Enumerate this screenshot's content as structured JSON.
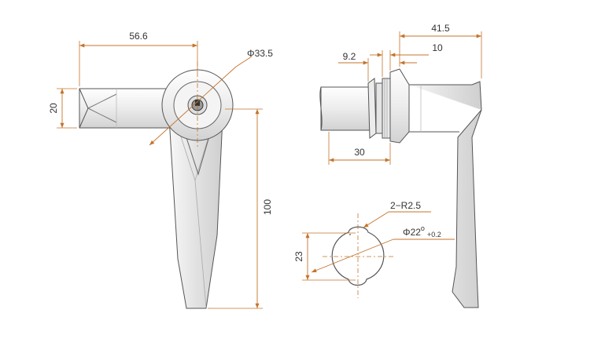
{
  "dimensions": {
    "width_56_6": "56.6",
    "diameter_33_5": "Φ33.5",
    "height_20": "20",
    "length_100": "100",
    "width_41_5": "41.5",
    "offset_9_2": "9.2",
    "offset_10": "10",
    "length_30": "30",
    "radius_label": "2−R2.5",
    "hole_diameter_label": "Φ22",
    "hole_degree": "o",
    "hole_tolerance": "+0.2",
    "hole_height_23": "23"
  },
  "colors": {
    "dimension": "#c5732a",
    "outline": "#555555",
    "part_fill": "#f1f1f1",
    "part_shade": "#d9d9d9",
    "centerline": "#c5732a"
  }
}
